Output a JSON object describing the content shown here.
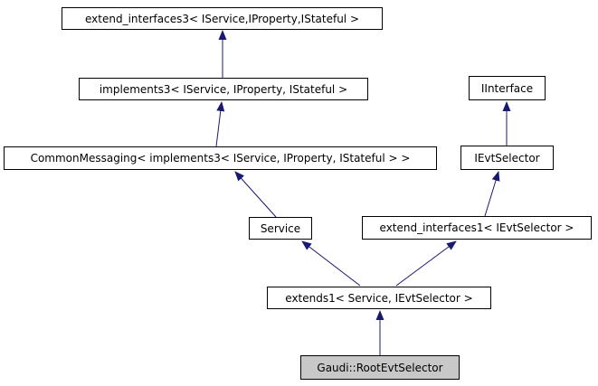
{
  "diagram": {
    "type": "class-inheritance-graph",
    "current_class": "Gaudi::RootEvtSelector",
    "colors": {
      "arrow": "#191970",
      "node_border": "#000000",
      "node_fill": "#ffffff",
      "current_node_fill": "#c8c8c8",
      "background": "#ffffff",
      "text": "#000000"
    },
    "nodes": [
      {
        "id": "extend_interfaces3",
        "label": "extend_interfaces3< IService,IProperty,IStateful >",
        "current": false
      },
      {
        "id": "implements3",
        "label": "implements3< IService, IProperty, IStateful >",
        "current": false
      },
      {
        "id": "CommonMessaging",
        "label": "CommonMessaging< implements3< IService, IProperty, IStateful > >",
        "current": false
      },
      {
        "id": "IInterface",
        "label": "IInterface",
        "current": false
      },
      {
        "id": "IEvtSelector",
        "label": "IEvtSelector",
        "current": false
      },
      {
        "id": "Service",
        "label": "Service",
        "current": false
      },
      {
        "id": "extend_interfaces1",
        "label": "extend_interfaces1< IEvtSelector >",
        "current": false
      },
      {
        "id": "extends1",
        "label": "extends1< Service, IEvtSelector >",
        "current": false
      },
      {
        "id": "RootEvtSelector",
        "label": "Gaudi::RootEvtSelector",
        "current": true
      }
    ],
    "edges": [
      {
        "from": "implements3",
        "to": "extend_interfaces3"
      },
      {
        "from": "CommonMessaging",
        "to": "implements3"
      },
      {
        "from": "Service",
        "to": "CommonMessaging"
      },
      {
        "from": "IEvtSelector",
        "to": "IInterface"
      },
      {
        "from": "extend_interfaces1",
        "to": "IEvtSelector"
      },
      {
        "from": "extends1",
        "to": "Service"
      },
      {
        "from": "extends1",
        "to": "extend_interfaces1"
      },
      {
        "from": "RootEvtSelector",
        "to": "extends1"
      }
    ]
  }
}
